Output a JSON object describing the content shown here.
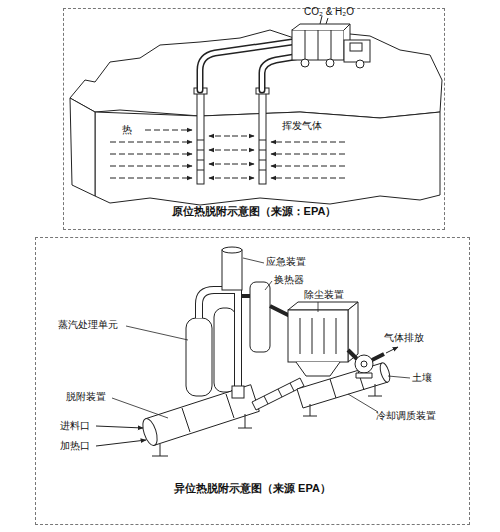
{
  "diagram": {
    "nodes": [
      {
        "text": [
          "原位热脱附示意图（来源：EPA）"
        ]
      },
      {
        "text": [
          "异位热脱附示意图（来源 EPA）"
        ]
      }
    ],
    "labels": [
      "CO₂ & H₂O",
      "热",
      "挥发气体",
      "应急装置",
      "换热器",
      "除尘装置",
      "蒸汽处理单元",
      "气体排放",
      "土壤",
      "脱附装置",
      "冷却调质装置",
      "进料口",
      "加热口"
    ]
  }
}
